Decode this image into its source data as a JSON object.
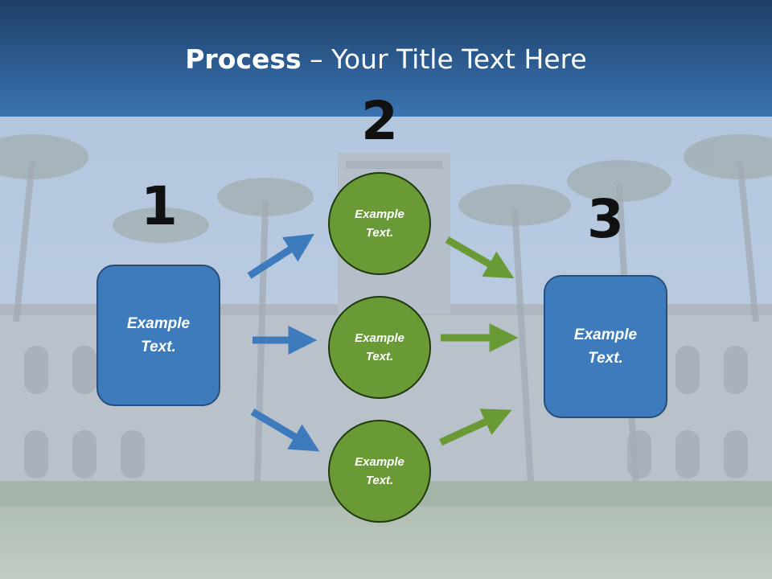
{
  "title": {
    "bold": "Process",
    "rest": " – Your Title Text Here"
  },
  "steps": {
    "one": "1",
    "two": "2",
    "three": "3"
  },
  "left_box": {
    "line1": "Example",
    "line2": "Text."
  },
  "right_box": {
    "line1": "Example",
    "line2": "Text."
  },
  "circles": [
    {
      "line1": "Example",
      "line2": "Text."
    },
    {
      "line1": "Example",
      "line2": "Text."
    },
    {
      "line1": "Example",
      "line2": "Text."
    }
  ],
  "colors": {
    "header": "#2e5f95",
    "box": "#3d7bbd",
    "circle": "#6a9a35",
    "arrow_blue": "#3d7bbd",
    "arrow_green": "#6a9a35"
  }
}
